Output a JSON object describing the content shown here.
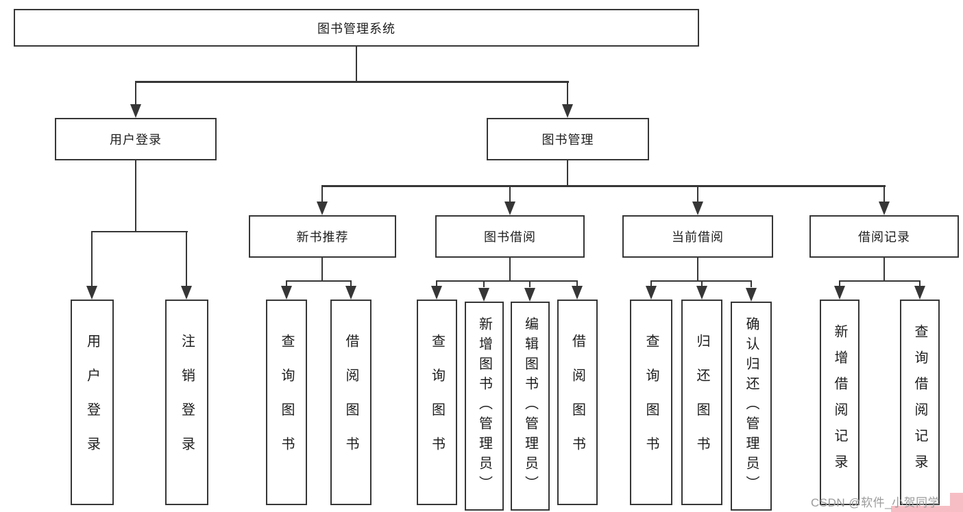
{
  "diagram": {
    "root": {
      "label": "图书管理系统"
    },
    "level1": [
      {
        "label": "用户登录"
      },
      {
        "label": "图书管理"
      }
    ],
    "level2": [
      {
        "label": "新书推荐"
      },
      {
        "label": "图书借阅"
      },
      {
        "label": "当前借阅"
      },
      {
        "label": "借阅记录"
      }
    ],
    "leaves": [
      {
        "label": "用户登录"
      },
      {
        "label": "注销登录"
      },
      {
        "label": "查询图书"
      },
      {
        "label": "借阅图书"
      },
      {
        "label": "查询图书"
      },
      {
        "label": "新增图书（管理员）"
      },
      {
        "label": "编辑图书（管理员）"
      },
      {
        "label": "借阅图书"
      },
      {
        "label": "查询图书"
      },
      {
        "label": "归还图书"
      },
      {
        "label": "确认归还（管理员）"
      },
      {
        "label": "新增借阅记录"
      },
      {
        "label": "查询借阅记录"
      }
    ],
    "colors": {
      "line": "#363636",
      "box_border": "#363636",
      "text": "#1d1d1d",
      "background": "#ffffff"
    }
  },
  "watermark": {
    "text": "CSDN @软件_小贺同学",
    "color": "#9b9b9b",
    "accent": "#f6bdc4"
  }
}
